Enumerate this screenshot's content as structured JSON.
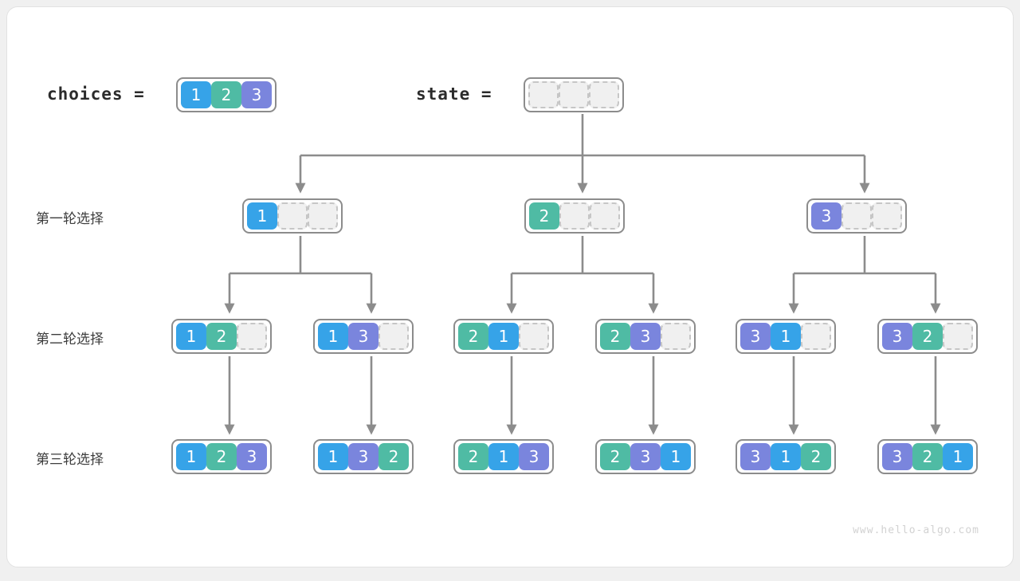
{
  "diagram": {
    "title_choices": "choices  =",
    "title_state": "state  =",
    "watermark": "www.hello-algo.com",
    "colors": {
      "value_1": "#36a3e8",
      "value_2": "#4fbba4",
      "value_3": "#7a85dd",
      "empty_cell_fill": "#f0f0f0",
      "empty_cell_border": "#c6c6c6",
      "box_border": "#8c8c8c",
      "wire": "#8c8c8c",
      "card_background": "#ffffff",
      "page_background": "#f0f0f0"
    },
    "row_labels": [
      "第一轮选择",
      "第二轮选择",
      "第三轮选择"
    ],
    "choices_array": [
      "1",
      "2",
      "3"
    ],
    "state_array": [
      "",
      "",
      ""
    ],
    "level1": [
      {
        "cells": [
          "1",
          "",
          ""
        ]
      },
      {
        "cells": [
          "2",
          "",
          ""
        ]
      },
      {
        "cells": [
          "3",
          "",
          ""
        ]
      }
    ],
    "level2": [
      {
        "cells": [
          "1",
          "2",
          ""
        ]
      },
      {
        "cells": [
          "1",
          "3",
          ""
        ]
      },
      {
        "cells": [
          "2",
          "1",
          ""
        ]
      },
      {
        "cells": [
          "2",
          "3",
          ""
        ]
      },
      {
        "cells": [
          "3",
          "1",
          ""
        ]
      },
      {
        "cells": [
          "3",
          "2",
          ""
        ]
      }
    ],
    "level3": [
      {
        "cells": [
          "1",
          "2",
          "3"
        ]
      },
      {
        "cells": [
          "1",
          "3",
          "2"
        ]
      },
      {
        "cells": [
          "2",
          "1",
          "3"
        ]
      },
      {
        "cells": [
          "2",
          "3",
          "1"
        ]
      },
      {
        "cells": [
          "3",
          "1",
          "2"
        ]
      },
      {
        "cells": [
          "3",
          "2",
          "1"
        ]
      }
    ]
  }
}
